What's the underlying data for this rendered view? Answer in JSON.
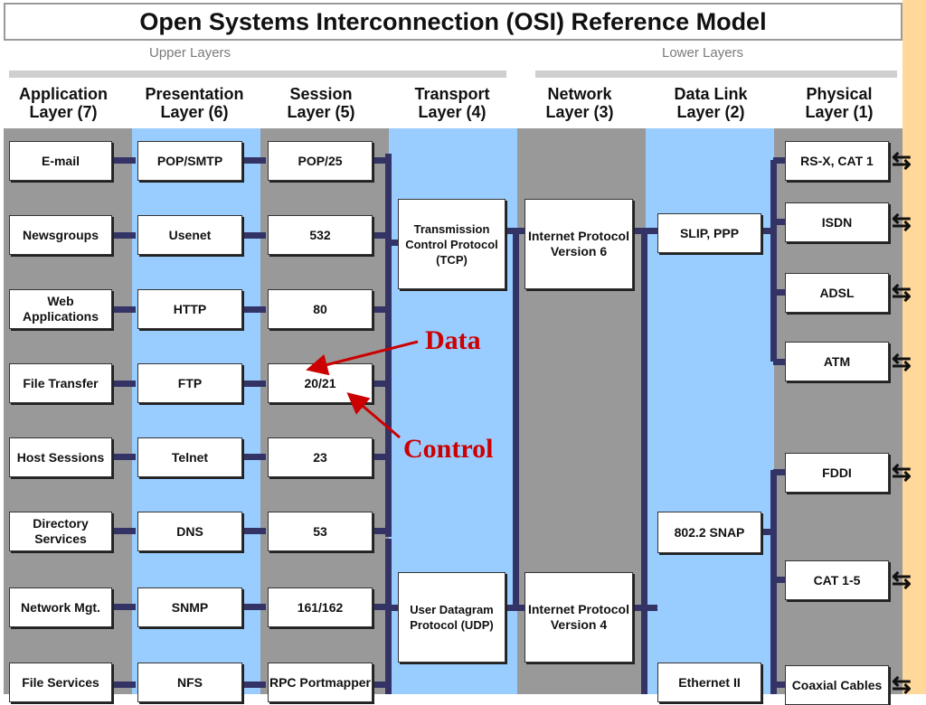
{
  "title": "Open Systems Interconnection (OSI) Reference Model",
  "groups": {
    "upper": "Upper Layers",
    "lower": "Lower Layers"
  },
  "layers": [
    "Application\nLayer (7)",
    "Presentation\nLayer (6)",
    "Session\nLayer (5)",
    "Transport\nLayer (4)",
    "Network\nLayer (3)",
    "Data Link\nLayer (2)",
    "Physical\nLayer (1)"
  ],
  "application": [
    "E-mail",
    "Newsgroups",
    "Web\nApplications",
    "File Transfer",
    "Host Sessions",
    "Directory\nServices",
    "Network Mgt.",
    "File Services"
  ],
  "presentation": [
    "POP/SMTP",
    "Usenet",
    "HTTP",
    "FTP",
    "Telnet",
    "DNS",
    "SNMP",
    "NFS"
  ],
  "session": [
    "POP/25",
    "532",
    "80",
    "20/21",
    "23",
    "53",
    "161/162",
    "RPC\nPortmapper"
  ],
  "transport": [
    "Transmission\nControl\nProtocol (TCP)",
    "User\nDatagram\nProtocol (UDP)"
  ],
  "network": [
    "Internet\nProtocol\nVersion 6",
    "Internet\nProtocol\nVersion 4"
  ],
  "datalink": [
    "SLIP, PPP",
    "802.2 SNAP",
    "Ethernet II"
  ],
  "physical": [
    "RS-X, CAT 1",
    "ISDN",
    "ADSL",
    "ATM",
    "FDDI",
    "CAT 1-5",
    "Coaxial\nCables"
  ],
  "annotations": {
    "data": "Data",
    "control": "Control"
  },
  "colors": {
    "gray": "#999999",
    "blue": "#99ccff",
    "line": "#333366",
    "annotation": "#cc0000",
    "edge": "#ffd89a"
  },
  "icons": {
    "edge_arrow": "double-arrow-icon"
  }
}
